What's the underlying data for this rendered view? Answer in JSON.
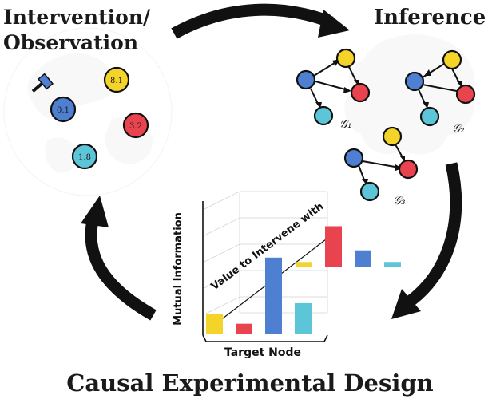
{
  "titles": {
    "intervention_line1": "Intervention/",
    "intervention_line2": "Observation",
    "inference": "Inference",
    "bottom": "Causal Experimental Design"
  },
  "colors": {
    "blue": "#4f7fd0",
    "yellow": "#f5d42a",
    "red": "#e8434f",
    "cyan": "#5cc6d8",
    "outline": "#111111"
  },
  "observation_nodes": [
    {
      "value": "0.1",
      "color": "#4f7fd0"
    },
    {
      "value": "8.1",
      "color": "#f5d42a"
    },
    {
      "value": "3.2",
      "color": "#e8434f"
    },
    {
      "value": "1.8",
      "color": "#5cc6d8"
    }
  ],
  "intervention_icon": "hammer-icon",
  "background_icons": [
    "world-map-icon",
    "brain-icon"
  ],
  "graphs": [
    {
      "label": "𝒢₁"
    },
    {
      "label": "𝒢₂"
    },
    {
      "label": "𝒢₃"
    }
  ],
  "chart": {
    "ylabel": "Mutual Information",
    "xlabel": "Target Node",
    "depth_label": "Value to Intervene with"
  },
  "chart_data": {
    "type": "bar",
    "title": "",
    "xlabel": "Target Node",
    "ylabel": "Mutual Information",
    "zlabel": "Value to Intervene with",
    "note": "3D bar chart; bars arranged along two depth rows, values in relative units",
    "series": [
      {
        "color": "#f5d42a",
        "row": 1,
        "value": 0.22
      },
      {
        "color": "#e8434f",
        "row": 1,
        "value": 0.11
      },
      {
        "color": "#4f7fd0",
        "row": 1,
        "value": 0.85
      },
      {
        "color": "#5cc6d8",
        "row": 1,
        "value": 0.34
      },
      {
        "color": "#f5d42a",
        "row": 2,
        "value": 0.06
      },
      {
        "color": "#e8434f",
        "row": 2,
        "value": 0.46
      },
      {
        "color": "#4f7fd0",
        "row": 2,
        "value": 0.19
      },
      {
        "color": "#5cc6d8",
        "row": 2,
        "value": 0.06
      }
    ]
  }
}
